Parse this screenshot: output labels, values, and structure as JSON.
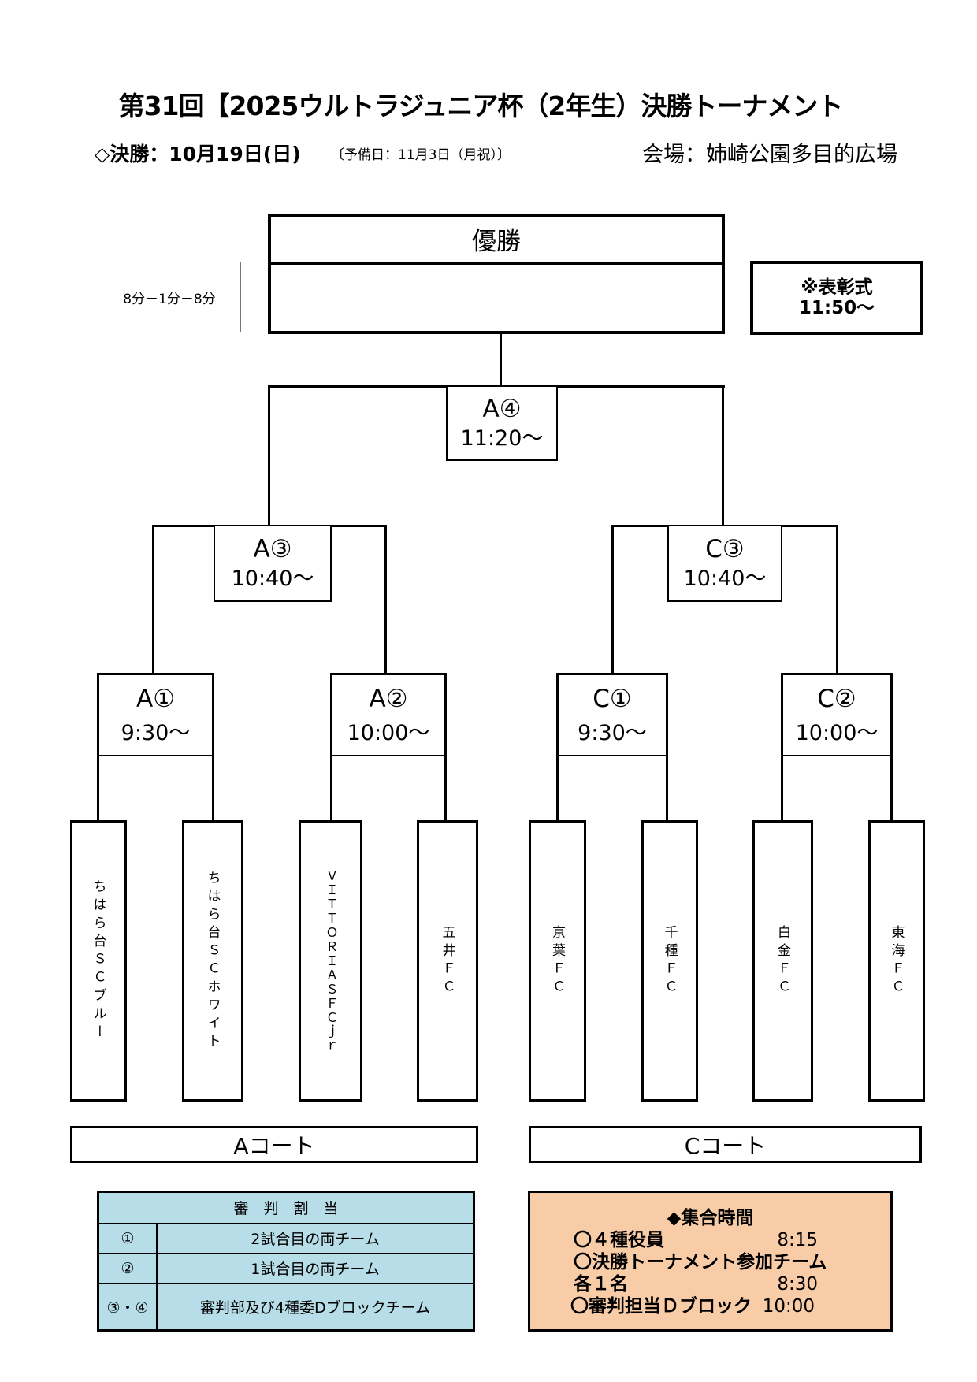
{
  "header": {
    "title": "第31回【2025ウルトラジュニア杯（2年生）決勝トーナメント",
    "final_date": "◇決勝：10月19日(日)",
    "reserve_date": "〔予備日：11月3日（月祝）〕",
    "venue": "会場：姉崎公園多目的広場"
  },
  "match_format": "8分－1分－8分",
  "champion": {
    "label": "優勝",
    "value": ""
  },
  "ceremony": {
    "label": "※表彰式",
    "time": "11:50～"
  },
  "matches": {
    "a4": {
      "label": "A④",
      "time": "11:20～"
    },
    "a3": {
      "label": "A③",
      "time": "10:40～"
    },
    "c3": {
      "label": "C③",
      "time": "10:40～"
    },
    "a1": {
      "label": "A①",
      "time": "9:30～"
    },
    "a2": {
      "label": "A②",
      "time": "10:00～"
    },
    "c1": {
      "label": "C①",
      "time": "9:30～"
    },
    "c2": {
      "label": "C②",
      "time": "10:00～"
    }
  },
  "teams": [
    "ちはら台ＳＣブルー",
    "ちはら台ＳＣホワイト",
    "ＶＩＴＴＯＲＩＡＳＦＣｊｒ",
    "五井ＦＣ",
    "京葉ＦＣ",
    "千種ＦＣ",
    "白金ＦＣ",
    "東海ＦＣ"
  ],
  "courts": {
    "a": "Aコート",
    "c": "Cコート"
  },
  "referee_table": {
    "title": "審　判　割　当",
    "rows": [
      {
        "match": "①",
        "assignment": "2試合目の両チーム"
      },
      {
        "match": "②",
        "assignment": "1試合目の両チーム"
      },
      {
        "match": "③・④",
        "assignment": "審判部及び4種委Dブロックチーム"
      }
    ]
  },
  "assembly": {
    "title": "◆集合時間",
    "items": [
      {
        "label": "〇４種役員",
        "time": "8:15"
      },
      {
        "label": "〇決勝トーナメント参加チーム",
        "time": ""
      },
      {
        "label": "各１名",
        "time": "8:30"
      },
      {
        "label": "〇審判担当Ｄブロック",
        "time": "10:00"
      }
    ]
  },
  "colors": {
    "referee_bg": "#B7DDE8",
    "assembly_bg": "#F9CCA8"
  }
}
